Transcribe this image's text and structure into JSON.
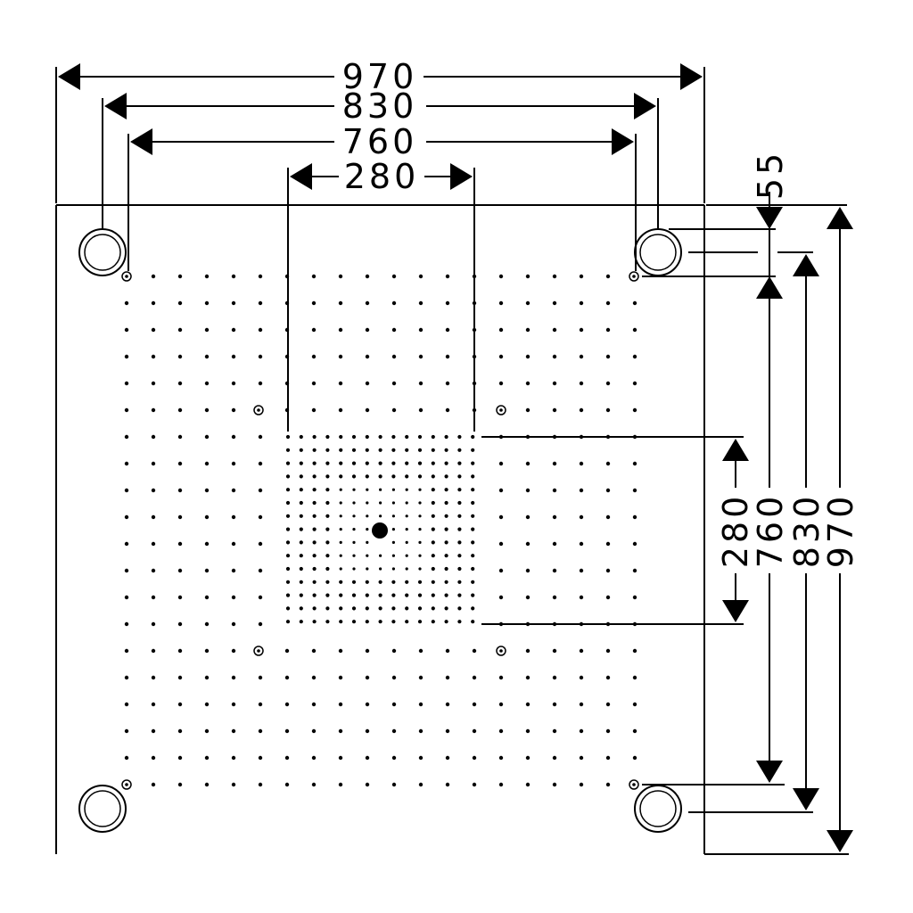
{
  "diagram": {
    "type": "technical-drawing",
    "subject": "square overhead shower plate with spray nozzle grid",
    "colors": {
      "ink": "#000000",
      "background": "#ffffff"
    },
    "horizontal_dimensions": [
      {
        "id": "outer-width",
        "value": "970"
      },
      {
        "id": "mount-width",
        "value": "830"
      },
      {
        "id": "grid-width",
        "value": "760"
      },
      {
        "id": "center-zone-width",
        "value": "280"
      }
    ],
    "vertical_dimensions": [
      {
        "id": "edge-offset",
        "value": "55"
      },
      {
        "id": "center-zone-height",
        "value": "280"
      },
      {
        "id": "grid-height",
        "value": "760"
      },
      {
        "id": "mount-height",
        "value": "830"
      },
      {
        "id": "outer-height",
        "value": "970"
      }
    ],
    "features": {
      "mounting_holes": 4,
      "fastener_points": 8,
      "central_outlet": 1
    }
  }
}
